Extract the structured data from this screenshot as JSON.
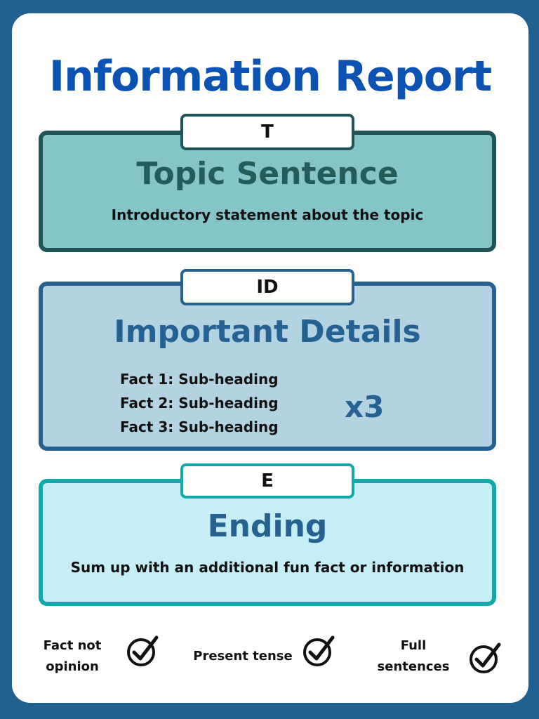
{
  "title": "Information Report",
  "sections": [
    {
      "tab": "T",
      "heading": "Topic Sentence",
      "text": "Introductory statement about the topic"
    },
    {
      "tab": "ID",
      "heading": "Important Details",
      "facts": [
        "Fact 1: Sub-heading",
        "Fact 2: Sub-heading",
        "Fact 3: Sub-heading"
      ],
      "multiplier": "x3"
    },
    {
      "tab": "E",
      "heading": "Ending",
      "text": "Sum up with an additional fun fact or information"
    }
  ],
  "checklist": [
    {
      "line1": "Fact not",
      "line2": "opinion",
      "icon": "checkmark-icon"
    },
    {
      "line1": "Present tense",
      "line2": "",
      "icon": "checkmark-icon"
    },
    {
      "line1": "Full",
      "line2": "sentences",
      "icon": "checkmark-icon"
    }
  ],
  "colors": {
    "background": "#22608f",
    "title": "#0b52b3",
    "topic_fill": "#85c4c8",
    "details_fill": "#b3d3e2",
    "ending_fill": "#c6eef7",
    "ending_border": "#12a9ab"
  }
}
